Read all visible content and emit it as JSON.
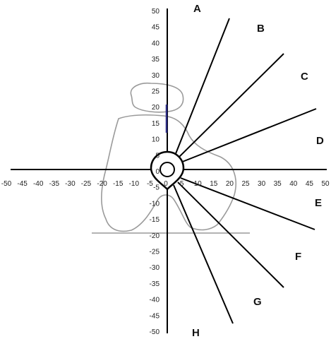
{
  "axes": {
    "x_ticks": [
      -50,
      -45,
      -40,
      -35,
      -30,
      -25,
      -20,
      -15,
      -10,
      -5,
      0,
      5,
      10,
      15,
      20,
      25,
      30,
      35,
      40,
      45,
      50
    ],
    "y_ticks": [
      50,
      45,
      40,
      35,
      30,
      25,
      20,
      15,
      10,
      5,
      0,
      -5,
      -10,
      -15,
      -20,
      -25,
      -30,
      -35,
      -40,
      -45,
      -50
    ]
  },
  "zones": [
    {
      "id": "A",
      "label": "A"
    },
    {
      "id": "B",
      "label": "B"
    },
    {
      "id": "C",
      "label": "C"
    },
    {
      "id": "D",
      "label": "D"
    },
    {
      "id": "E",
      "label": "E"
    },
    {
      "id": "F",
      "label": "F"
    },
    {
      "id": "G",
      "label": "G"
    },
    {
      "id": "H",
      "label": "H"
    }
  ],
  "colors": {
    "axis": "#000000",
    "rays": "#000000",
    "figure_outline": "#999999",
    "accent_line": "#2a2a80"
  }
}
